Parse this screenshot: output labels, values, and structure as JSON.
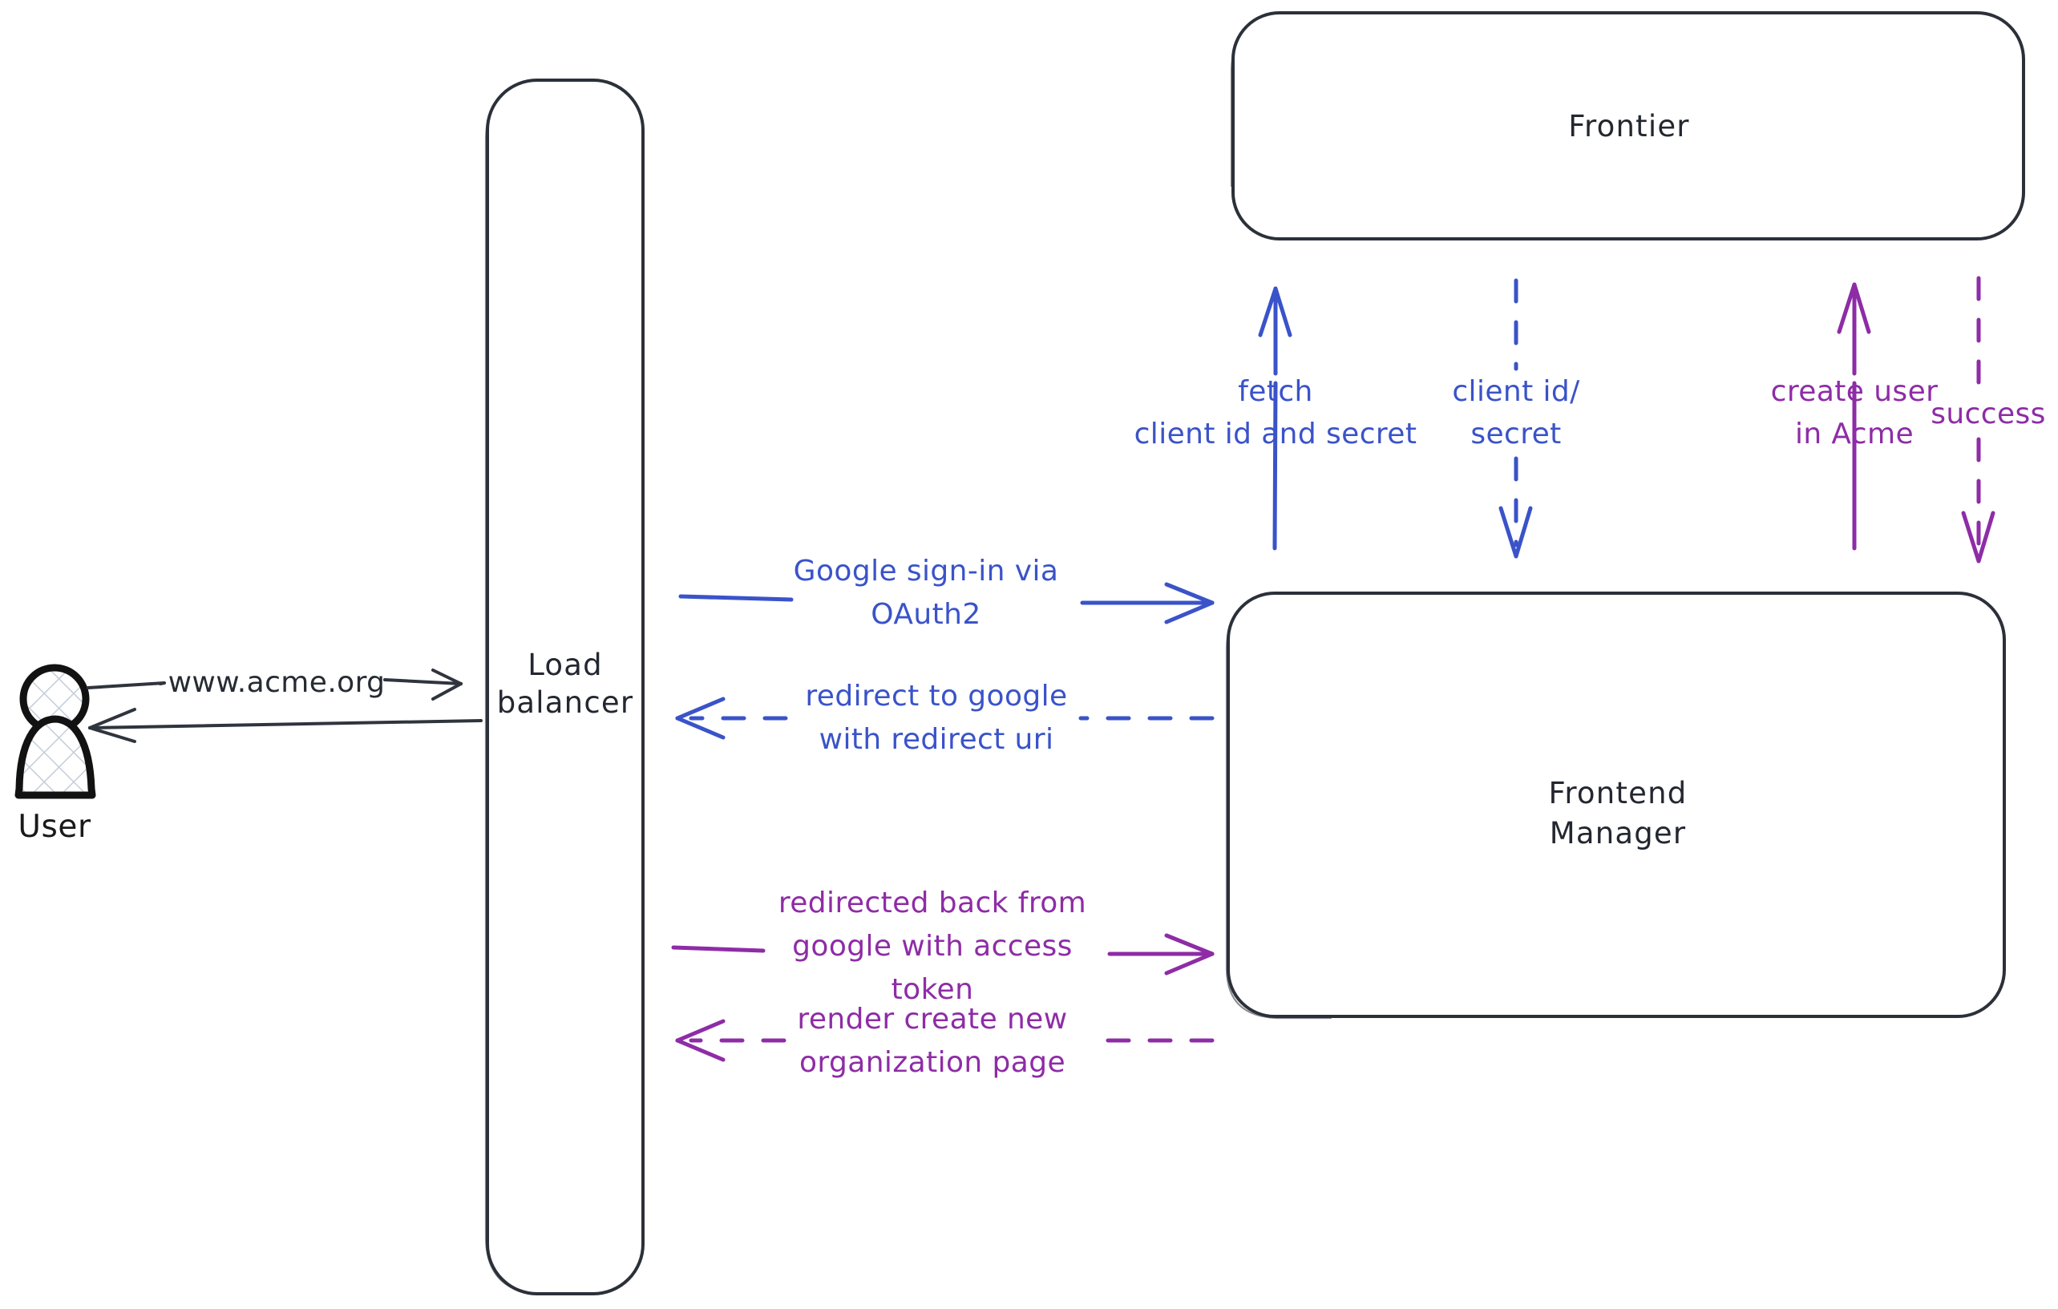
{
  "diagram": {
    "title": "Acme Google OAuth2 sign-in sequence",
    "background": "#ffffff",
    "colors": {
      "blue": "#3A53C9",
      "purple": "#8E2CA6",
      "dark": "#2b303a",
      "actor_outline": "#121212",
      "hatch": "#c4cdd8"
    }
  },
  "actors": {
    "user": {
      "label": "User",
      "icon": "user-actor-icon"
    }
  },
  "nodes": {
    "load_balancer": {
      "label_line1": "Load",
      "label_line2": "balancer"
    },
    "frontier": {
      "label": "Frontier"
    },
    "frontend_manager": {
      "label_line1": "Frontend",
      "label_line2": "Manager"
    }
  },
  "edges": {
    "user_to_lb": {
      "label": "www.acme.org",
      "color": "#2f343d",
      "style": "solid",
      "direction": "right"
    },
    "lb_to_user": {
      "label": "",
      "color": "#2f343d",
      "style": "solid",
      "direction": "left"
    },
    "lb_to_fm_signin": {
      "label_line1": "Google sign-in via",
      "label_line2": "OAuth2",
      "color": "#3A53C9",
      "style": "solid",
      "direction": "right"
    },
    "fm_to_lb_redirect": {
      "label_line1": "redirect to google",
      "label_line2": "with redirect uri",
      "color": "#3A53C9",
      "style": "dashed",
      "direction": "left"
    },
    "lb_to_fm_token": {
      "label_line1": "redirected back from",
      "label_line2": "google with access",
      "label_line3": "token",
      "color": "#8E2CA6",
      "style": "solid",
      "direction": "right"
    },
    "fm_to_lb_render": {
      "label_line1": "render create new",
      "label_line2": "organization page",
      "color": "#8E2CA6",
      "style": "dashed",
      "direction": "left"
    },
    "fm_to_frontier_fetch": {
      "label_line1": "fetch",
      "label_line2": "client id and secret",
      "color": "#3A53C9",
      "style": "solid",
      "direction": "up"
    },
    "frontier_to_fm_creds": {
      "label_line1": "client id/",
      "label_line2": "secret",
      "color": "#3A53C9",
      "style": "dashed",
      "direction": "down"
    },
    "fm_to_frontier_create": {
      "label_line1": "create user",
      "label_line2": "in Acme",
      "color": "#8E2CA6",
      "style": "solid",
      "direction": "up"
    },
    "frontier_to_fm_success": {
      "label_line1": "success",
      "color": "#8E2CA6",
      "style": "dashed",
      "direction": "down"
    }
  }
}
